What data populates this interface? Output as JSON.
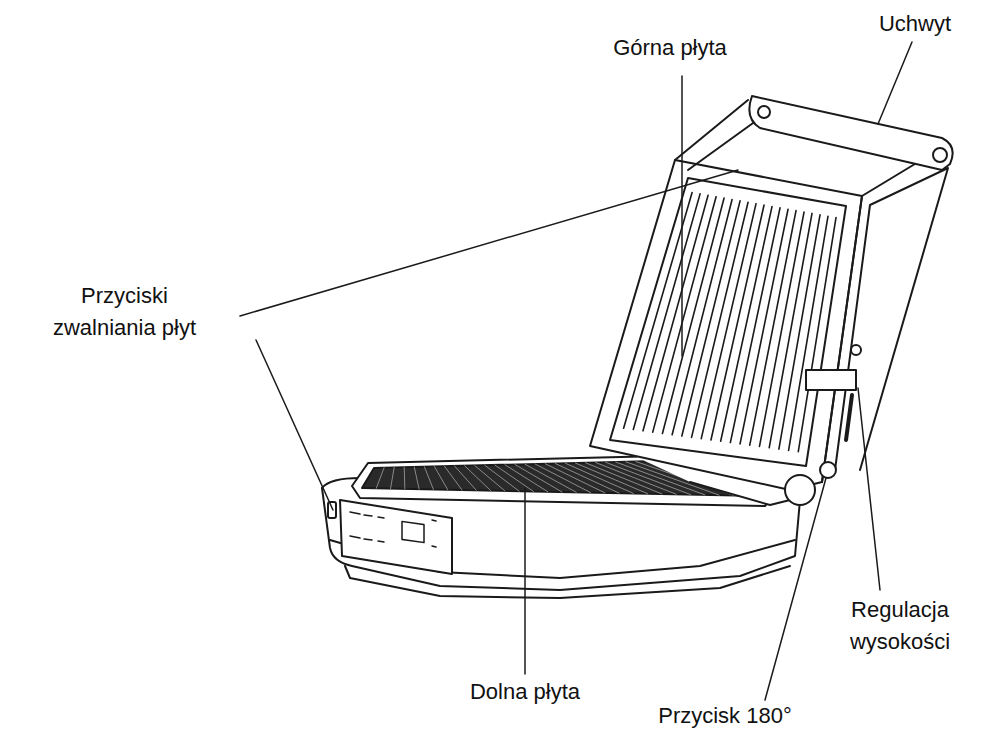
{
  "diagram": {
    "labels": [
      "Górna płyta",
      "Uchwyt",
      "Przyciski zwalniania płyt",
      "Regulacja wysokości",
      "Dolna płyta",
      "Przycisk 180°"
    ]
  }
}
